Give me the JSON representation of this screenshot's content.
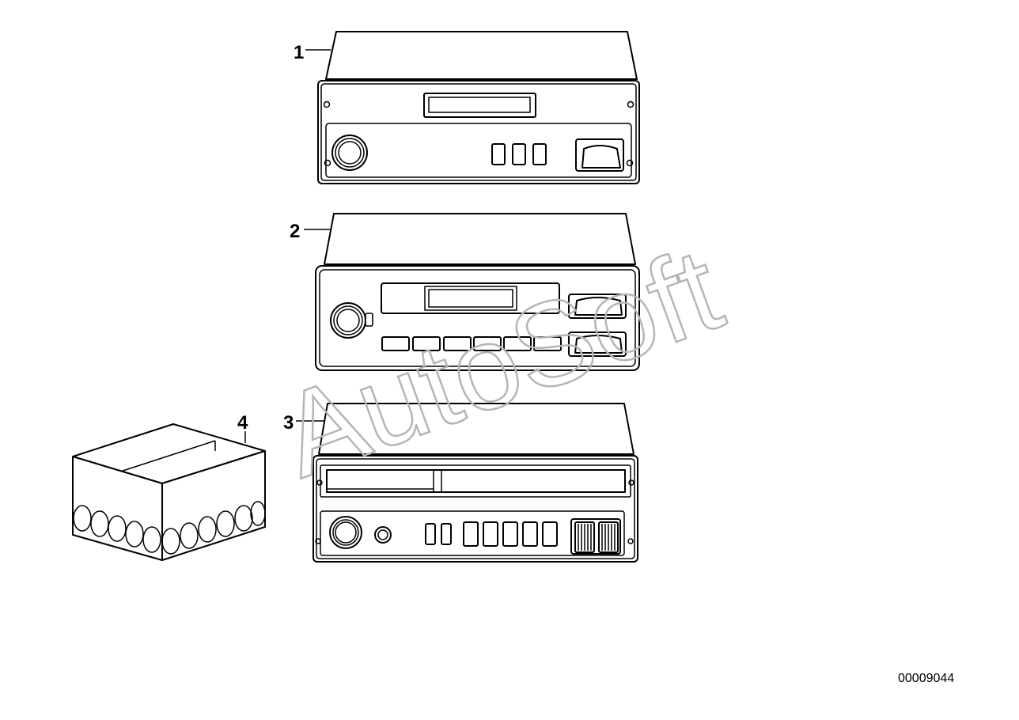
{
  "diagram": {
    "callouts": {
      "part_1": "1",
      "part_2": "2",
      "part_3": "3",
      "part_4": "4"
    },
    "watermark": "AutoSoft",
    "reference_number": "00009044"
  },
  "colors": {
    "line": "#000000",
    "background": "#ffffff",
    "watermark": "#b5b5b5"
  }
}
